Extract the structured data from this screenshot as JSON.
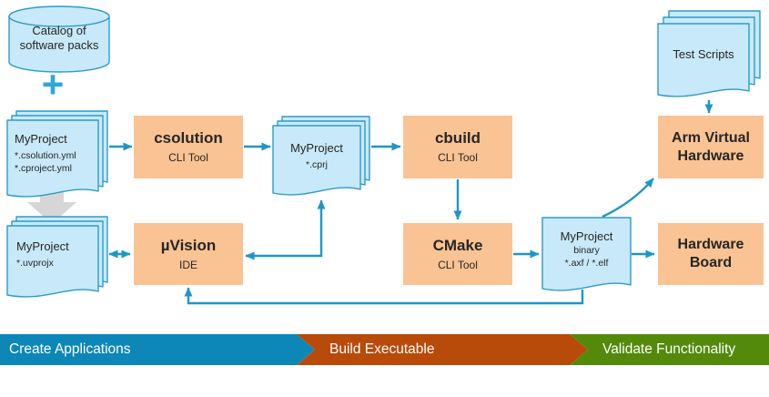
{
  "colors": {
    "doc_fill": "#C8E9F9",
    "doc_stroke": "#2E9BC8",
    "box_fill": "#FAC393",
    "arrow": "#1E96C6",
    "plus": "#2FA8D5",
    "gray_arrow": "#D6D6D6",
    "banner_teal": "#0C87B8",
    "banner_rust": "#B84A0A",
    "banner_green": "#538A0B",
    "text_dark": "#262626",
    "banner_text": "#FFFFFF"
  },
  "nodes": {
    "catalog": {
      "lines": [
        "Catalog of",
        "software packs"
      ]
    },
    "plus": "+",
    "project_yml": {
      "title": "MyProject",
      "lines": [
        "*.csolution.yml",
        "*.cproject.yml"
      ]
    },
    "project_uvprojx": {
      "title": "MyProject",
      "lines": [
        "*.uvprojx"
      ]
    },
    "csolution": {
      "title": "csolution",
      "subtitle": "CLI Tool"
    },
    "project_cprj": {
      "title": "MyProject",
      "lines": [
        "*.cprj"
      ]
    },
    "cbuild": {
      "title": "cbuild",
      "subtitle": "CLI Tool"
    },
    "cmake": {
      "title": "CMake",
      "subtitle": "CLI Tool"
    },
    "uvision": {
      "title": "µVision",
      "subtitle": "IDE"
    },
    "binary": {
      "title": "MyProject",
      "lines": [
        "binary",
        "*.axf / *.elf"
      ]
    },
    "test_scripts": {
      "title": "Test Scripts"
    },
    "avh": {
      "lines": [
        "Arm Virtual",
        "Hardware"
      ]
    },
    "hardware_board": {
      "lines": [
        "Hardware",
        "Board"
      ]
    }
  },
  "banner": {
    "steps": [
      {
        "label": "Create Applications"
      },
      {
        "label": "Build Executable"
      },
      {
        "label": "Validate Functionality"
      }
    ]
  }
}
